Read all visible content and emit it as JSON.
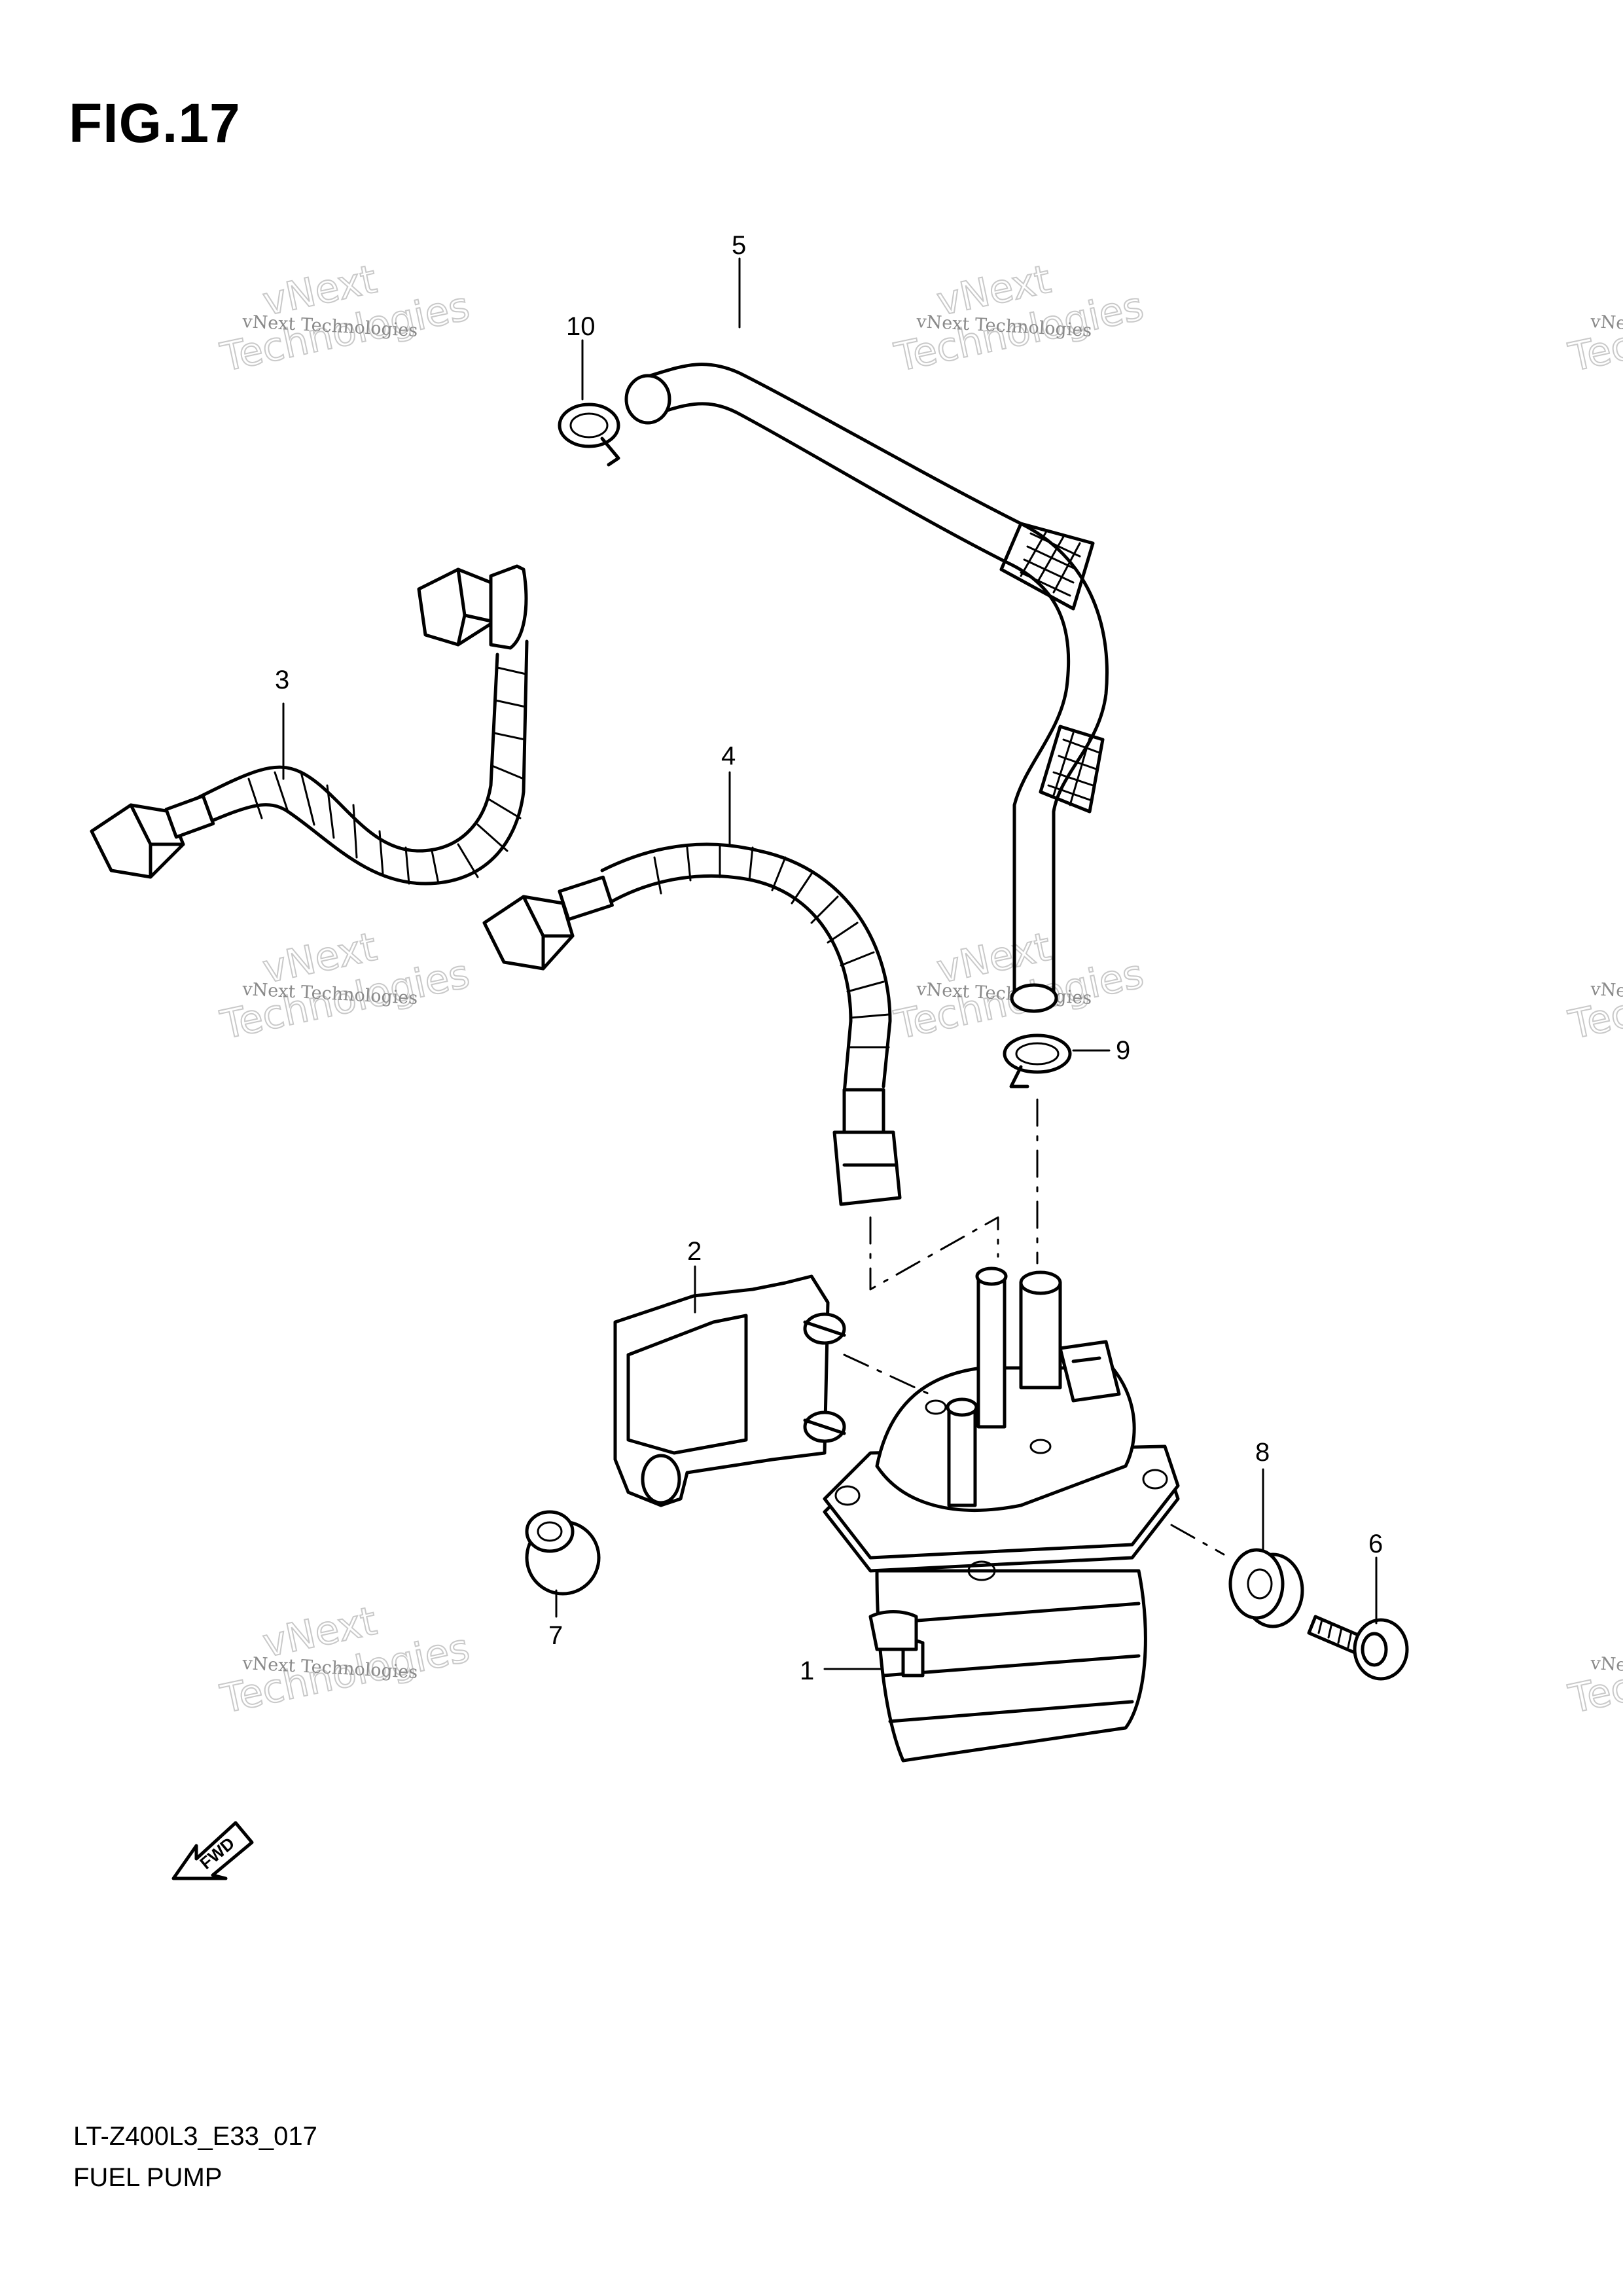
{
  "figure": {
    "title": "FIG.17",
    "model_code": "LT-Z400L3_E33_017",
    "name": "FUEL PUMP"
  },
  "callouts": [
    "1",
    "2",
    "3",
    "4",
    "5",
    "6",
    "7",
    "8",
    "9",
    "10"
  ],
  "watermark": {
    "line1": "vNext Technologies",
    "line2": "vNext",
    "line3": "Technologies"
  },
  "fwd_label": "FWD"
}
